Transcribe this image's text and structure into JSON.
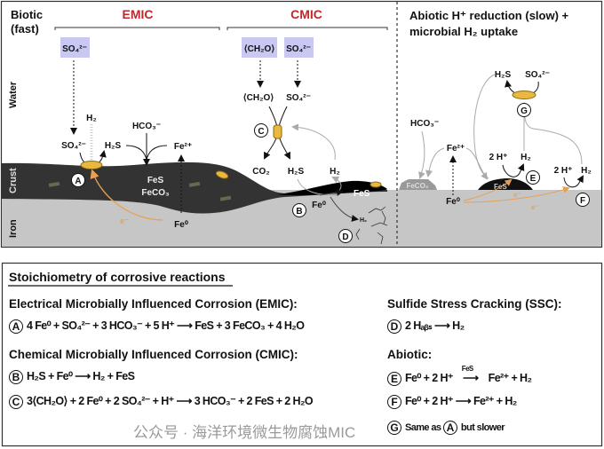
{
  "diagram": {
    "biotic_title": "Biotic",
    "biotic_subtitle": "(fast)",
    "emic_label": "EMIC",
    "cmic_label": "CMIC",
    "emic_color": "#c0272d",
    "layers": {
      "water": "Water",
      "crust": "Crust",
      "iron": "Iron"
    },
    "emic": {
      "so4_box": "SO₄²⁻",
      "so4": "SO₄²⁻",
      "h2": "H₂",
      "h2s": "H₂S",
      "hco3": "HCO₃⁻",
      "fe2": "Fe²⁺",
      "fes": "FeS",
      "feco3": "FeCO₃",
      "fe0": "Fe⁰",
      "electron": "e⁻",
      "marker_a": "A"
    },
    "cmic": {
      "ch2o_box": "⟨CH₂O⟩",
      "so4_box": "SO₄²⁻",
      "ch2o": "⟨CH₂O⟩",
      "so4": "SO₄²⁻",
      "co2": "CO₂",
      "h2s": "H₂S",
      "h2": "H₂",
      "fes": "FeS",
      "fe0": "Fe⁰",
      "h2_crack": "H₂",
      "marker_b": "B",
      "marker_c": "C",
      "marker_d": "D"
    },
    "abiotic": {
      "title_line1": "Abiotic H⁺ reduction (slow) +",
      "title_line2": "microbial H₂ uptake",
      "hco3": "HCO₃⁻",
      "fe2": "Fe²⁺",
      "feco3": "FeCO₃",
      "fe0": "Fe⁰",
      "fes": "FeS",
      "h_e": "2 H⁺",
      "h2_e": "H₂",
      "h_f": "2 H⁺",
      "h2_f": "H₂",
      "h2s_g": "H₂S",
      "so4_g": "SO₄²⁻",
      "electron1": "e⁻",
      "electron2": "e⁻",
      "marker_e": "E",
      "marker_f": "F",
      "marker_g": "G"
    }
  },
  "stoichiometry": {
    "title": "Stoichiometry of corrosive reactions",
    "emic_heading": "Electrical Microbially Influenced Corrosion (EMIC):",
    "eq_a": {
      "marker": "A",
      "text": "4 Fe⁰ + SO₄²⁻ + 3 HCO₃⁻ + 5 H⁺  ⟶  FeS + 3 FeCO₃ + 4 H₂O"
    },
    "cmic_heading": "Chemical Microbially Influenced Corrosion (CMIC):",
    "eq_b": {
      "marker": "B",
      "text": "H₂S + Fe⁰  ⟶  H₂ + FeS"
    },
    "eq_c": {
      "marker": "C",
      "text": "3⟨CH₂O⟩ + 2 Fe⁰ + 2 SO₄²⁻ + H⁺  ⟶  3 HCO₃⁻ + 2 FeS + 2 H₂O"
    },
    "ssc_heading": "Sulfide Stress Cracking (SSC):",
    "eq_d": {
      "marker": "D",
      "text": "2 Hₐᵦₛ  ⟶  H₂"
    },
    "abiotic_heading": "Abiotic:",
    "eq_e": {
      "marker": "E",
      "left": "Fe⁰ + 2 H⁺",
      "catalyst": "FeS",
      "right": "Fe²⁺ + H₂"
    },
    "eq_f": {
      "marker": "F",
      "text": "Fe⁰ + 2 H⁺ ⟶ Fe²⁺ + H₂"
    },
    "eq_g": {
      "marker": "G",
      "pre": "Same as",
      "ref": "A",
      "post": "but slower"
    }
  },
  "watermark": "公众号 · 海洋环境微生物腐蚀MIC"
}
